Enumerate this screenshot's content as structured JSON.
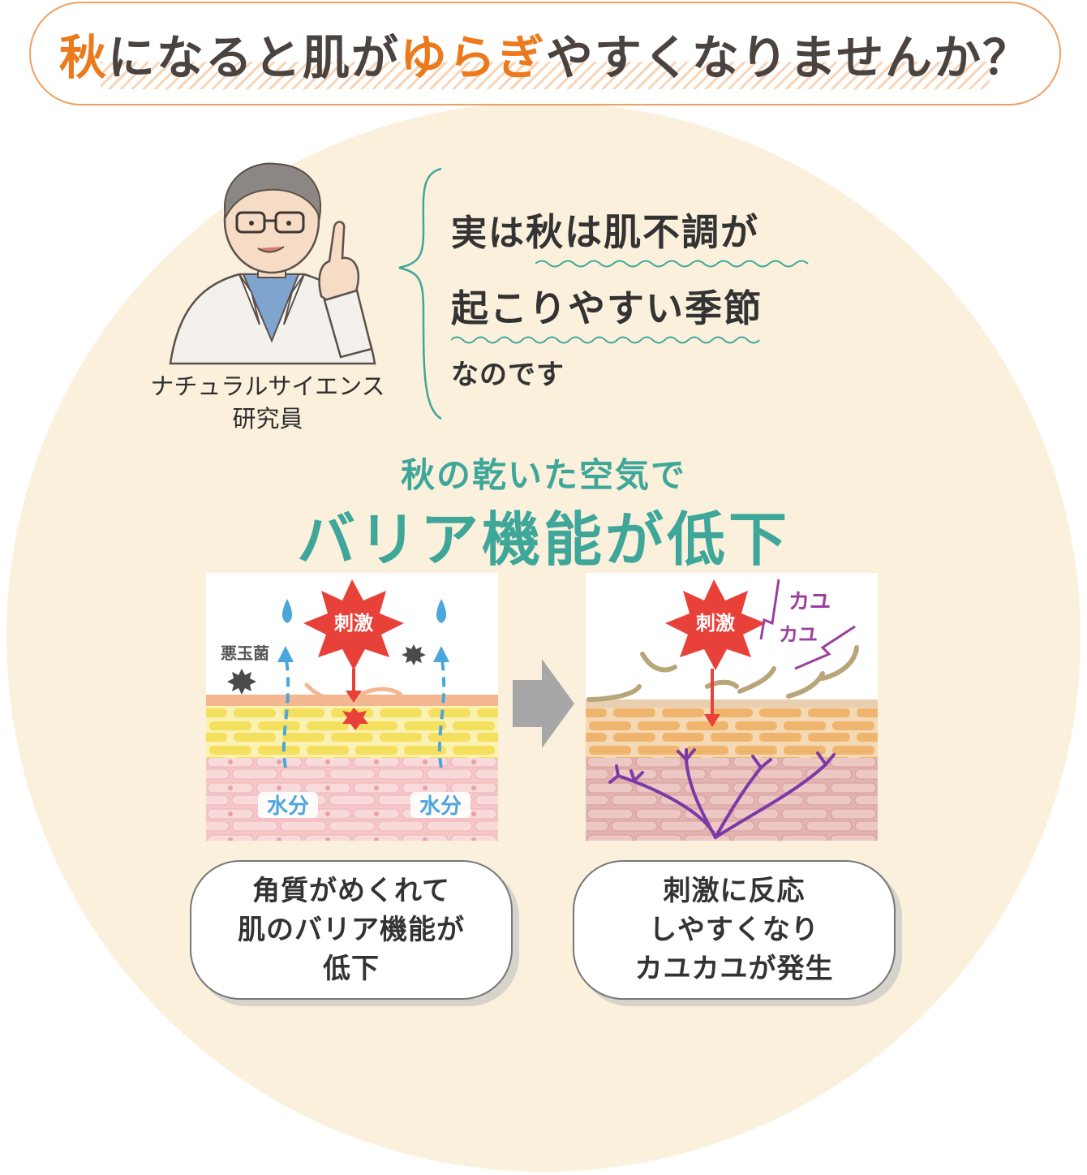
{
  "header": {
    "title_parts": [
      {
        "text": "秋",
        "highlight": true
      },
      {
        "text": "になると肌が",
        "highlight": false
      },
      {
        "text": "ゆらぎ",
        "highlight": true
      },
      {
        "text": "やすくなりませんか？",
        "highlight": false
      }
    ]
  },
  "researcher": {
    "caption_line1": "ナチュラルサイエンス",
    "caption_line2": "研究員"
  },
  "speech": {
    "line1_prefix": "実は",
    "line1_emph": "秋は肌不調が",
    "line2": "起こりやすい季節",
    "line3": "なのです"
  },
  "sub_heading": "秋の乾いた空気で",
  "main_heading": "バリア機能が低下",
  "left_panel": {
    "stimulus_label": "刺激",
    "bacteria_label": "悪玉菌",
    "water_label_1": "水分",
    "water_label_2": "水分"
  },
  "right_panel": {
    "stimulus_label": "刺激",
    "itch_line1": "カユ",
    "itch_line2": "カユ"
  },
  "captions": {
    "left": [
      "角質がめくれて",
      "肌のバリア機能が",
      "低下"
    ],
    "right": [
      "刺激に反応",
      "しやすくなり",
      "カユカユが発生"
    ]
  },
  "colors": {
    "accent_orange": "#ec7a1d",
    "teal": "#3ea79a",
    "circle_bg": "#fbf0dc",
    "stimulus_red": "#e8413a"
  }
}
